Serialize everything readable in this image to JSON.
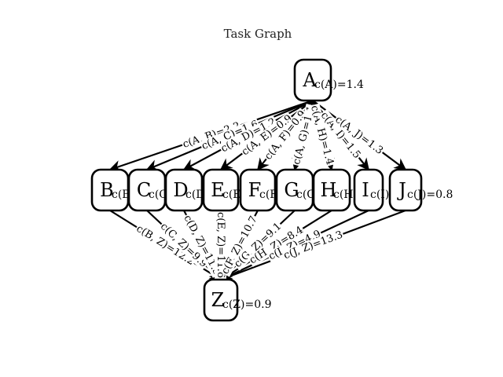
{
  "title": "Task Graph",
  "nodes": [
    {
      "id": "A",
      "cost_label": "c(A)=1.4"
    },
    {
      "id": "B",
      "cost_label": "c(B)"
    },
    {
      "id": "C",
      "cost_label": "c(C)"
    },
    {
      "id": "D",
      "cost_label": "c(D)"
    },
    {
      "id": "E",
      "cost_label": "c(E)"
    },
    {
      "id": "F",
      "cost_label": "c(F)"
    },
    {
      "id": "G",
      "cost_label": "c(G)"
    },
    {
      "id": "H",
      "cost_label": "c(H)"
    },
    {
      "id": "I",
      "cost_label": "c(I)"
    },
    {
      "id": "J",
      "cost_label": "c(J)=0.8"
    },
    {
      "id": "Z",
      "cost_label": "c(Z)=0.9"
    }
  ],
  "edges": [
    {
      "from": "A",
      "to": "B",
      "label": "c(A, B)=2.2"
    },
    {
      "from": "A",
      "to": "C",
      "label": "c(A, C)=1.6"
    },
    {
      "from": "A",
      "to": "D",
      "label": "c(A, D)=1.2"
    },
    {
      "from": "A",
      "to": "E",
      "label": "c(A, E)=0.9"
    },
    {
      "from": "A",
      "to": "F",
      "label": "c(A, F)=0.9"
    },
    {
      "from": "A",
      "to": "G",
      "label": "c(A, G)=1.1"
    },
    {
      "from": "A",
      "to": "H",
      "label": "c(A, H)=1.4"
    },
    {
      "from": "A",
      "to": "I",
      "label": "c(A, I)=1.5"
    },
    {
      "from": "A",
      "to": "J",
      "label": "c(A, J)=1.3"
    },
    {
      "from": "B",
      "to": "Z",
      "label": "c(B, Z)=12.2"
    },
    {
      "from": "C",
      "to": "Z",
      "label": "c(C, Z)=9.9"
    },
    {
      "from": "D",
      "to": "Z",
      "label": "c(D, Z)=11.3"
    },
    {
      "from": "E",
      "to": "Z",
      "label": "c(E, Z)=11.6"
    },
    {
      "from": "F",
      "to": "Z",
      "label": "c(F, Z)=10.7"
    },
    {
      "from": "G",
      "to": "Z",
      "label": "c(G, Z)=9.1"
    },
    {
      "from": "H",
      "to": "Z",
      "label": "c(H, Z)=8.4"
    },
    {
      "from": "I",
      "to": "Z",
      "label": "c(I, Z)=4.9"
    },
    {
      "from": "J",
      "to": "Z",
      "label": "c(J, Z)=13.3"
    }
  ]
}
